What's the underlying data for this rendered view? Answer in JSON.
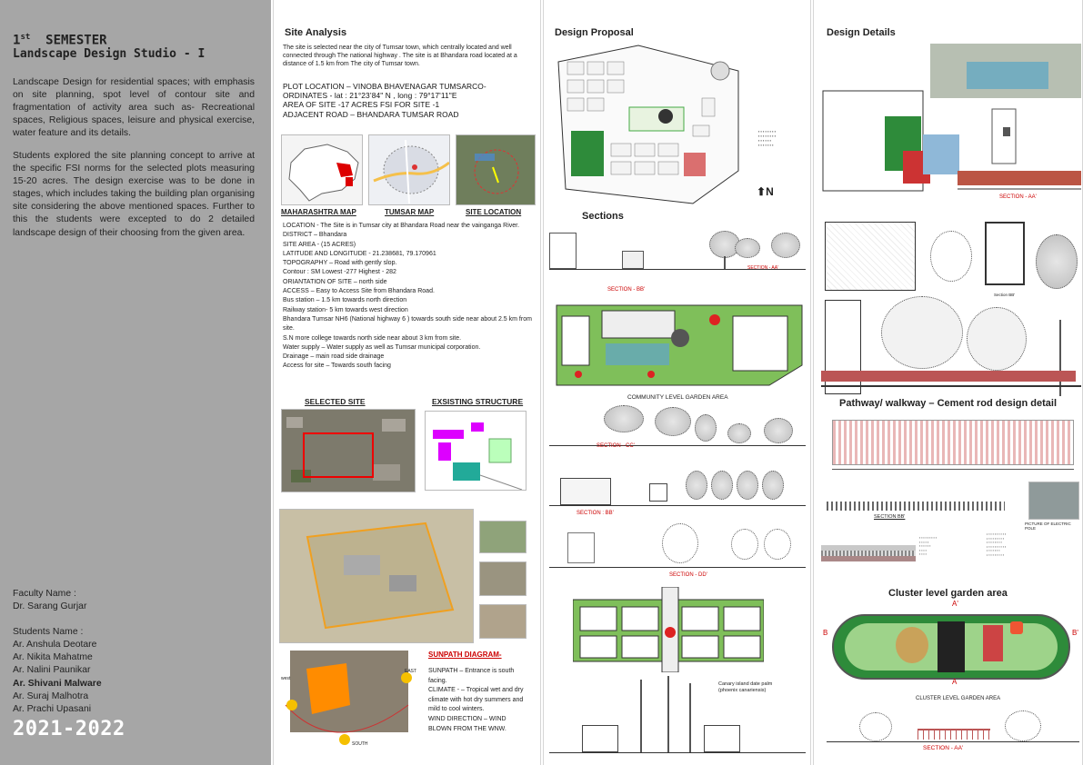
{
  "left": {
    "semester_num": "1",
    "semester_sup": "st",
    "semester_word": "SEMESTER",
    "studio": "Landscape Design Studio - I",
    "intro": "Landscape Design for residential spaces; with emphasis on site planning, spot level of contour site and fragmentation of activity area such as- Recreational spaces, Religious spaces, leisure and physical exercise, water feature and its details.",
    "students_text": "Students explored the site planning concept to arrive at the specific FSI norms for the selected plots measuring 15-20 acres. The design exercise was to be done in stages, which includes taking the building plan organising site considering the above mentioned spaces. Further to this the students were excepted to do 2 detailed landscape design of their choosing from the given area.",
    "faculty_label": "Faculty Name :",
    "faculty_name": "Dr. Sarang Gurjar",
    "students_label": "Students Name :",
    "students": [
      "Ar. Anshula Deotare",
      "Ar. Nikita Mahatme",
      "Ar. Nalini Paunikar",
      "Ar. Shivani Malware",
      "Ar. Suraj Malhotra",
      "Ar. Prachi Upasani"
    ],
    "year": "2021-2022"
  },
  "analysis": {
    "title": "Site Analysis",
    "intro": "The site is selected near the city of Tumsar town, which centrally located and well connected through The national highway . The site is at Bhandara road located at a distance of 1.5 km from The city of Tumsar town.",
    "plot_lines": [
      "PLOT LOCATION – VINOBA BHAVENAGAR TUMSARCO-",
      "ORDINATES - lat : 21°23’84\" N , long : 79°17'11\"E",
      "AREA OF SITE -17 ACRES FSI FOR SITE -1",
      "ADJACENT ROAD – BHANDARA TUMSAR ROAD"
    ],
    "map_labels": [
      "MAHARASHTRA MAP",
      "TUMSAR MAP",
      "SITE LOCATION"
    ],
    "details": [
      "LOCATION - The Site is in Tumsar city at Bhandara Road near the vainganga River.",
      "DISTRICT – Bhandara",
      "SITE AREA - (15 ACRES)",
      "LATITUDE AND LONGITUDE - 21.238681, 79.170961",
      "TOPOGRAPHY – Road   with gently slop.",
      "Contour : SM Lowest -277 Highest - 282",
      "ORIANTATION OF SITE – north side",
      "ACCESS –  Easy to Access Site from Bhandara Road.",
      "Bus station – 1.5 km towards north direction",
      "Railway station- 5 km towards west direction",
      "Bhandara Tumsar NH6 (National highway 6 ) towards south side near about 2.5 km from site.",
      "S.N more college towards north side near about 3 km from site.",
      "Water supply – Water supply as well as Tumsar municipal corporation.",
      "Drainage – main road side drainage",
      "Access for site – Towards south facing"
    ],
    "selected_site": "SELECTED SITE",
    "existing_structure": "EXSISTING STRUCTURE",
    "sunpath_title": "SUNPATH DIAGRAM-",
    "sunpath_text": [
      "SUNPATH – Entrance is south facing.",
      "CLIMATE -  – Tropical wet and dry climate with hot dry summers and mild to cool winters.",
      "WIND DIRECTION – WIND BLOWN FROM THE WNW."
    ],
    "sun_labels": {
      "west": "west",
      "east": "EAST",
      "south": "SOUTH"
    }
  },
  "proposal": {
    "title": "Design Proposal",
    "sections_title": "Sections",
    "north": "N",
    "captions": {
      "bb": "SECTION - BB'",
      "aa": "SECTION - AA'",
      "community": "COMMUNITY LEVEL GARDEN AREA",
      "cc": "SECTION - CC'",
      "bb2": "SECTION : BB'",
      "dd": "SECTION - DD'",
      "palm": "Canary island date palm (phoenix canariensis)"
    }
  },
  "details": {
    "title": "Design Details",
    "section_aa": "SECTION - AA'",
    "section_bb": "Section BB'",
    "pathway_title": "Pathway/ walkway – Cement rod design detail",
    "section_bb2": "SECTION BB'",
    "electric_pole": "PICTURE OF ELECTRIC POLE",
    "cluster_title": "Cluster level garden area",
    "cluster_caption": "CLUSTER LEVEL GARDEN AREA",
    "section_aa2": "SECTION - AA'",
    "markers": {
      "a_top": "A'",
      "a_bottom": "A",
      "b_left": "B",
      "b_right": "B'"
    }
  },
  "colors": {
    "left_bg": "#a6a6a6",
    "accent_red": "#c00000",
    "garden_green": "#2e8b3a",
    "orange": "#ff8c00"
  }
}
